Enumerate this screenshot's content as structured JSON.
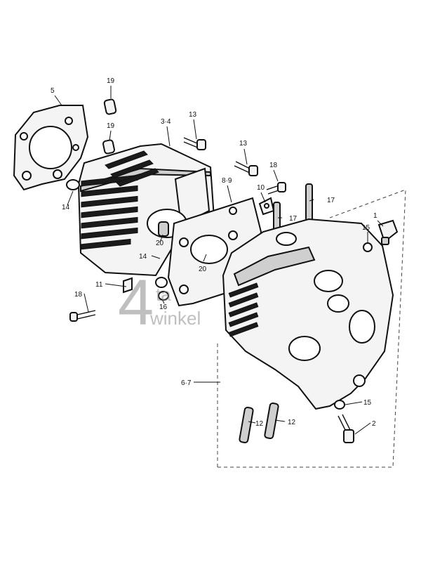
{
  "callouts": {
    "c5": "5",
    "c19a": "19",
    "c19b": "19",
    "c34": "3·4",
    "c13a": "13",
    "c13b": "13",
    "c18a": "18",
    "c89": "8·9",
    "c10": "10",
    "c17a": "17",
    "c17b": "17",
    "c1": "1",
    "c15a": "15",
    "c14a": "14",
    "c20a": "20",
    "c14b": "14",
    "c20b": "20",
    "c11": "11",
    "c18b": "18",
    "c16": "16",
    "c67": "6·7",
    "c15b": "15",
    "c12a": "12",
    "c12b": "12",
    "c2": "2"
  },
  "watermark": {
    "digit": "4",
    "line1": "ta",
    "line2": "winkel"
  }
}
